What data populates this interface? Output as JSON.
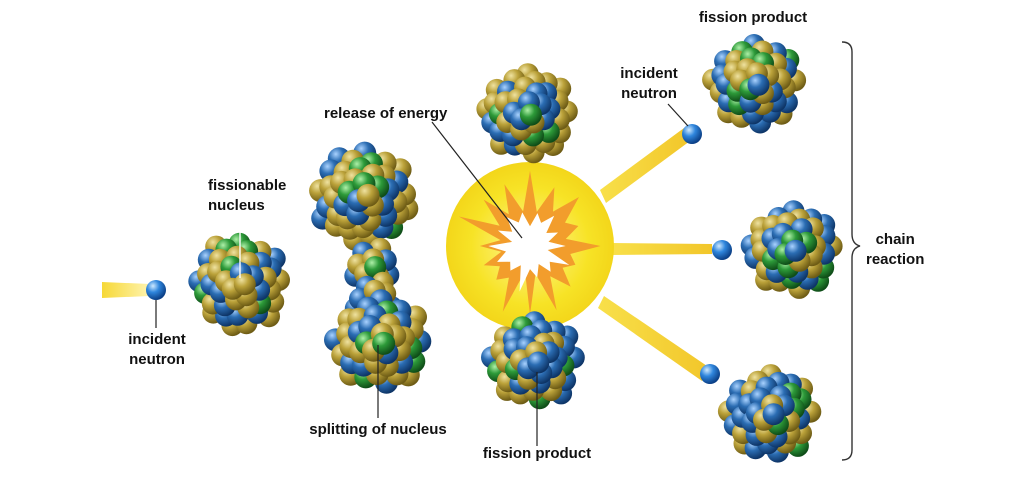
{
  "labels": {
    "incident_neutron_left": [
      "incident",
      "neutron"
    ],
    "fissionable_nucleus": [
      "fissionable",
      "nucleus"
    ],
    "splitting_of_nucleus": "splitting of nucleus",
    "release_of_energy": "release of energy",
    "fission_product_bottom": "fission product",
    "incident_neutron_right": [
      "incident",
      "neutron"
    ],
    "fission_product_top": "fission product",
    "chain_reaction": [
      "chain",
      "reaction"
    ]
  },
  "colors": {
    "nucleon_olive": "#b8a038",
    "nucleon_blue": "#2a6fb5",
    "nucleon_green": "#2e9b3a",
    "neutron_blue": "#2b7fd8",
    "beam_yellow": "#f7dc3a",
    "burst_yellow": "#f8e52a",
    "burst_orange": "#f39a2a",
    "burst_white": "#ffffff"
  }
}
